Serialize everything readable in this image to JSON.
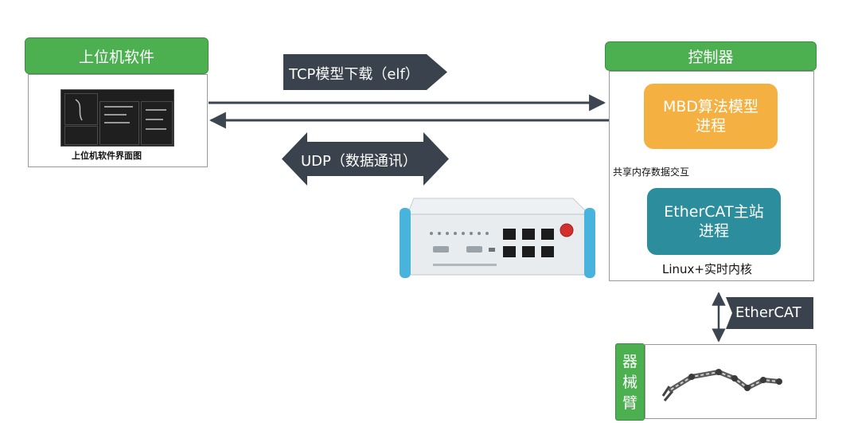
{
  "host_software": {
    "title": "上位机软件",
    "caption": "上位机软件界面图"
  },
  "controller": {
    "title": "控制器",
    "mbd_process": [
      "MBD算法模型",
      "进程"
    ],
    "ethercat_process": [
      "EtherCAT主站",
      "进程"
    ],
    "shared_memory_label": "共享内存数据交互",
    "kernel_label": "Linux+实时内核"
  },
  "links": {
    "tcp_label": "TCP模型下载（elf）",
    "udp_label": "UDP（数据通讯）",
    "ethercat_label": "EtherCAT"
  },
  "robot_arm": {
    "label_chars": [
      "器",
      "械",
      "臂"
    ]
  },
  "colors": {
    "green": "#4caf50",
    "orange": "#f5b042",
    "teal": "#2c8e9c",
    "dark_arrow": "#3a434d",
    "connector": "#3d4550"
  }
}
